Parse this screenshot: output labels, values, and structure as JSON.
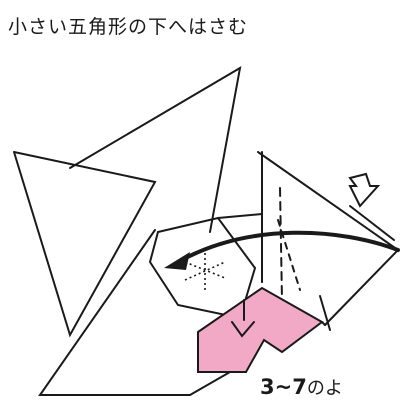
{
  "instruction": "小さい五角形の下へはさむ",
  "step_reference": {
    "steps": "3~7",
    "suffix": "のよ"
  },
  "colors": {
    "pink_flap": "#f2a9c6",
    "line": "#1a1a1a"
  }
}
